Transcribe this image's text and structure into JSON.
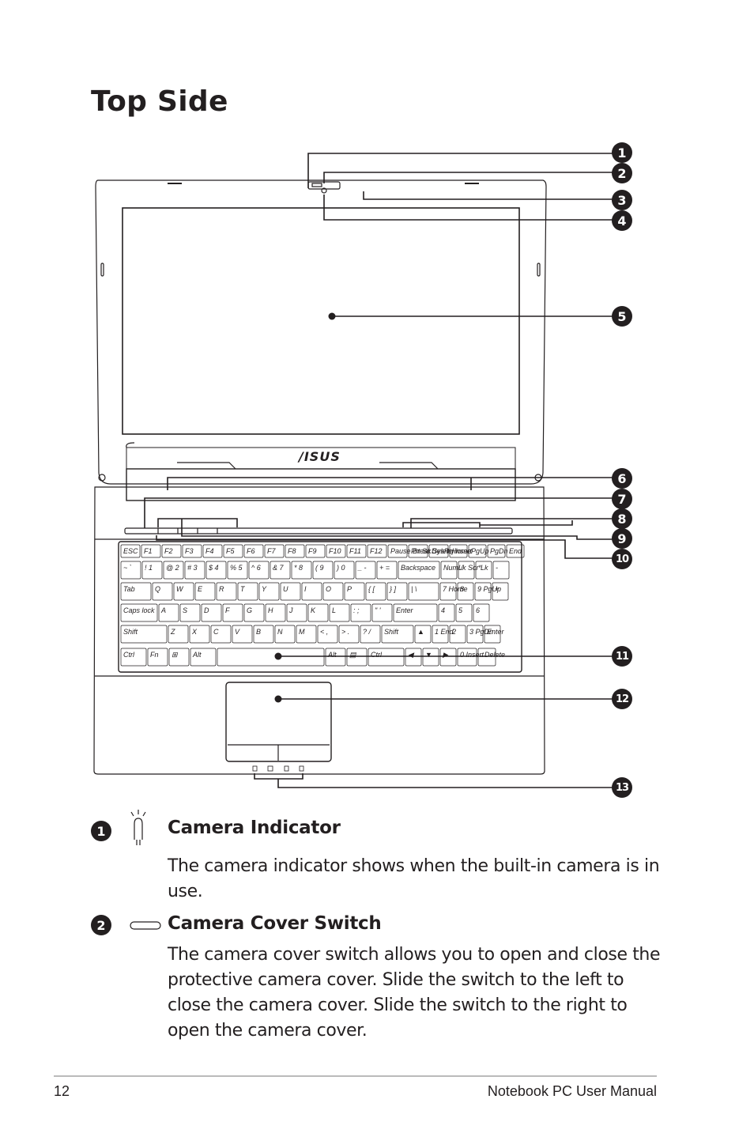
{
  "page": {
    "title": "Top Side",
    "page_number": "12",
    "manual_title": "Notebook PC User Manual"
  },
  "figure": {
    "brand_logo": "/ISUS",
    "callouts": [
      "1",
      "2",
      "3",
      "4",
      "5",
      "6",
      "7",
      "8",
      "9",
      "10",
      "11",
      "12",
      "13"
    ],
    "keys": {
      "function_row": [
        "ESC",
        "F1",
        "F2",
        "F3",
        "F4",
        "F5",
        "F6",
        "F7",
        "F8",
        "F9",
        "F10",
        "F11",
        "F12",
        "Pause Break",
        "Prt Sc SysRq",
        "Delete Insert",
        "Home",
        "PgUp",
        "PgDn",
        "End"
      ],
      "number_row": [
        "~ `",
        "! 1",
        "@ 2",
        "# 3",
        "$ 4",
        "% 5",
        "^ 6",
        "& 7",
        "* 8",
        "( 9",
        ") 0",
        "_ -",
        "+ =",
        "Backspace",
        "NumLk Scr Lk",
        "/",
        "*",
        "-"
      ],
      "q_row": [
        "Tab",
        "Q",
        "W",
        "E",
        "R",
        "T",
        "Y",
        "U",
        "I",
        "O",
        "P",
        "{ [",
        "} ]",
        "| \\",
        "7 Home",
        "8",
        "9 PgUp",
        "+"
      ],
      "a_row": [
        "Caps lock",
        "A",
        "S",
        "D",
        "F",
        "G",
        "H",
        "J",
        "K",
        "L",
        ": ;",
        "\" '",
        "Enter",
        "4",
        "5",
        "6"
      ],
      "z_row": [
        "Shift",
        "Z",
        "X",
        "C",
        "V",
        "B",
        "N",
        "M",
        "< ,",
        "> .",
        "? /",
        "Shift",
        "▲",
        "1 End",
        "2",
        "3 PgDn",
        "Enter"
      ],
      "bottom_row": [
        "Ctrl",
        "Fn",
        "⊞",
        "Alt",
        "",
        "Alt",
        "▤",
        "Ctrl",
        "◀",
        "▼",
        "▶",
        "0 Insert",
        ". Delete"
      ]
    }
  },
  "items": [
    {
      "number": "1",
      "icon": "camera-indicator-icon",
      "heading": "Camera Indicator",
      "body": "The camera indicator shows when the built-in camera is in use."
    },
    {
      "number": "2",
      "icon": "camera-cover-switch-icon",
      "heading": "Camera Cover Switch",
      "body": "The camera cover switch allows you to open and close the protective camera cover. Slide the switch to the left to close the camera cover. Slide the switch to the right to open the camera cover."
    }
  ]
}
